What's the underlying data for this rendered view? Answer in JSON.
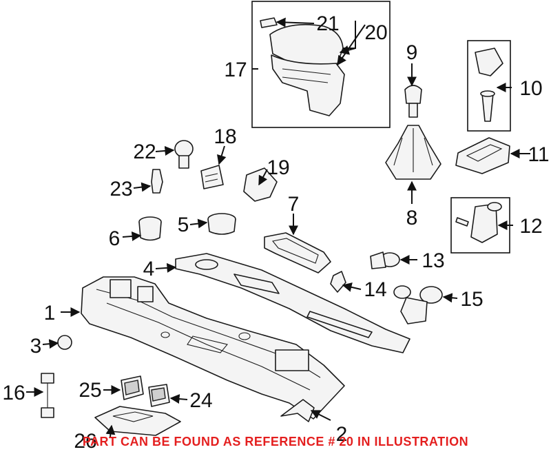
{
  "callouts": [
    "1",
    "2",
    "3",
    "4",
    "5",
    "6",
    "8",
    "9",
    "10",
    "11",
    "12",
    "13",
    "14",
    "15",
    "16",
    "17",
    "18",
    "19",
    "20",
    "21",
    "22",
    "23",
    "24",
    "25",
    "26",
    "7"
  ],
  "footer_note": "PART CAN BE FOUND AS REFERENCE # 20 IN ILLUSTRATION",
  "colors": {
    "line": "#111111",
    "note": "#e41f1f",
    "background": "#ffffff"
  }
}
